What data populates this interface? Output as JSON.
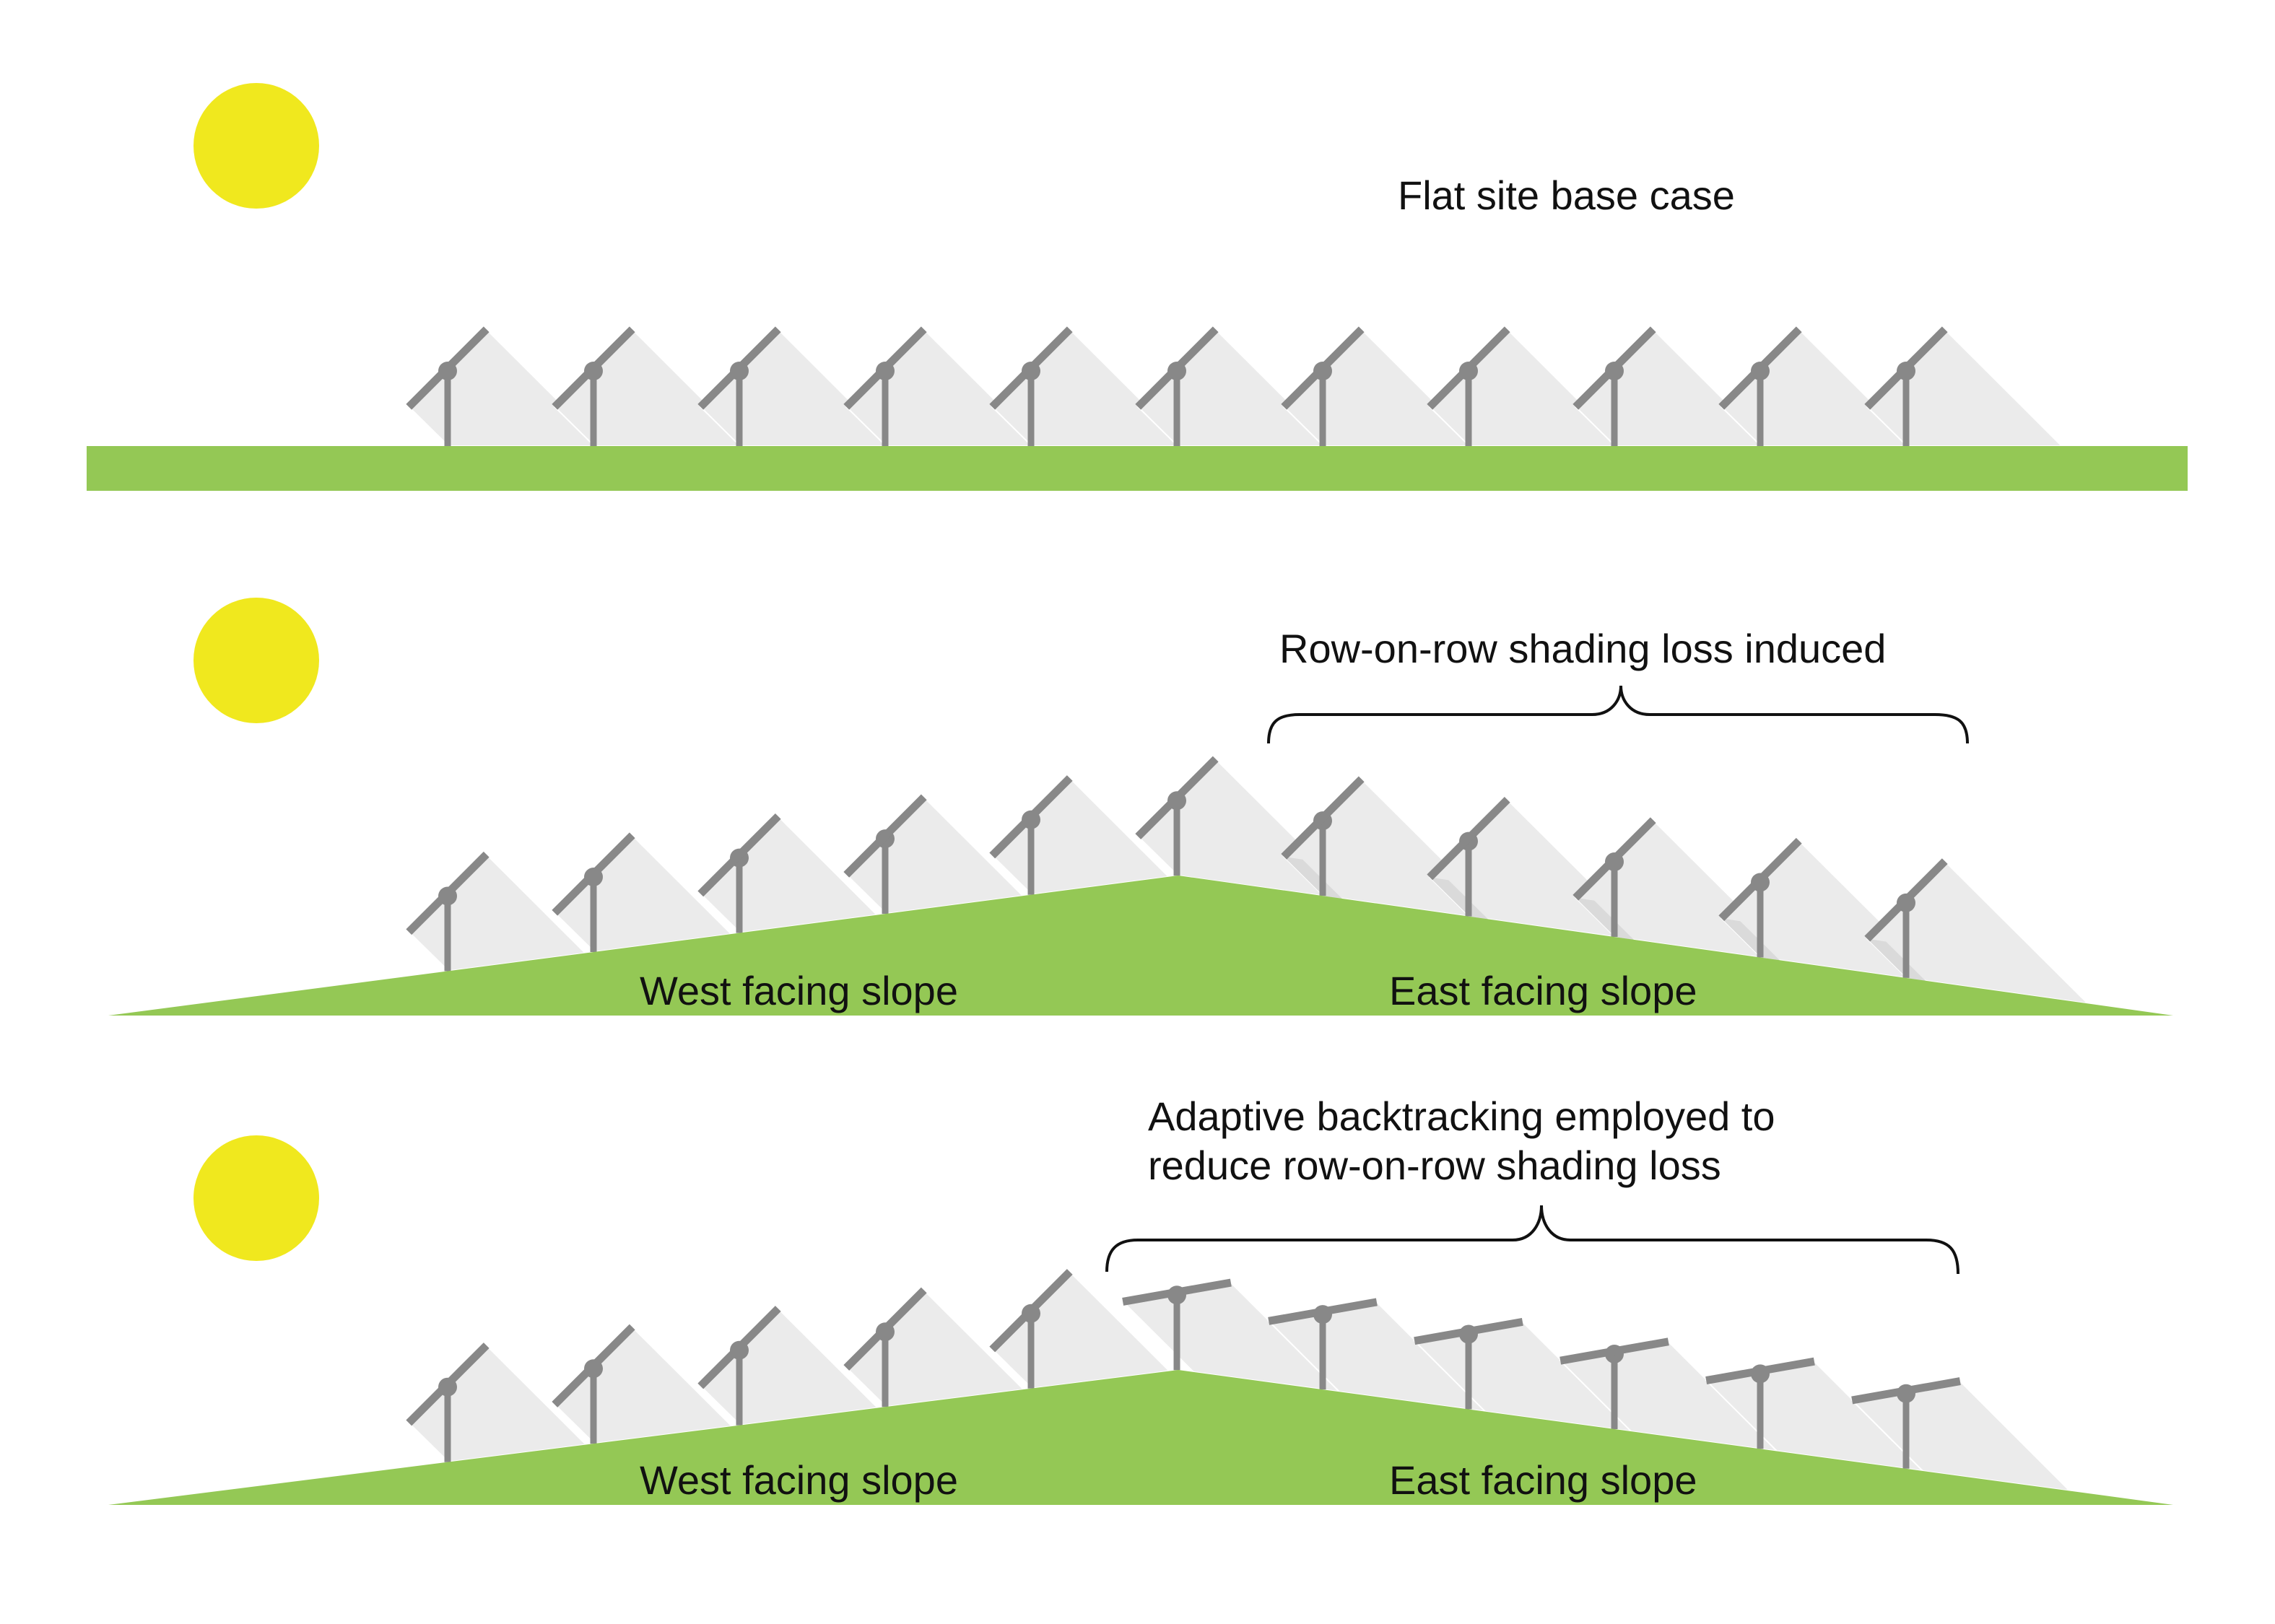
{
  "colors": {
    "sun": "#f0e81e",
    "ground": "#94c855",
    "tracker": "#888888",
    "shadow": "#ebebeb",
    "shadow_overlap": "#dadada",
    "text": "#111111"
  },
  "panels": [
    {
      "id": "flat",
      "caption_lines": [
        "Flat site base case"
      ],
      "terrain": "flat",
      "tracker_count": 11,
      "trackers_mode": [
        "tracking",
        "tracking",
        "tracking",
        "tracking",
        "tracking",
        "tracking",
        "tracking",
        "tracking",
        "tracking",
        "tracking",
        "tracking"
      ],
      "slope_labels": [],
      "brace": false
    },
    {
      "id": "sloped-shading",
      "caption_lines": [
        "Row-on-row shading loss induced"
      ],
      "terrain": "hill",
      "tracker_count": 11,
      "trackers_mode": [
        "tracking",
        "tracking",
        "tracking",
        "tracking",
        "tracking",
        "tracking",
        "tracking",
        "tracking",
        "tracking",
        "tracking",
        "tracking"
      ],
      "slope_labels": [
        "West facing slope",
        "East facing slope"
      ],
      "brace": true
    },
    {
      "id": "sloped-backtracking",
      "caption_lines": [
        "Adaptive backtracking employed to",
        "reduce row-on-row shading loss"
      ],
      "terrain": "hill",
      "tracker_count": 11,
      "trackers_mode": [
        "tracking",
        "tracking",
        "tracking",
        "tracking",
        "tracking",
        "backtracking",
        "backtracking",
        "backtracking",
        "backtracking",
        "backtracking",
        "backtracking"
      ],
      "slope_labels": [
        "West facing slope",
        "East facing slope"
      ],
      "brace": true
    }
  ]
}
